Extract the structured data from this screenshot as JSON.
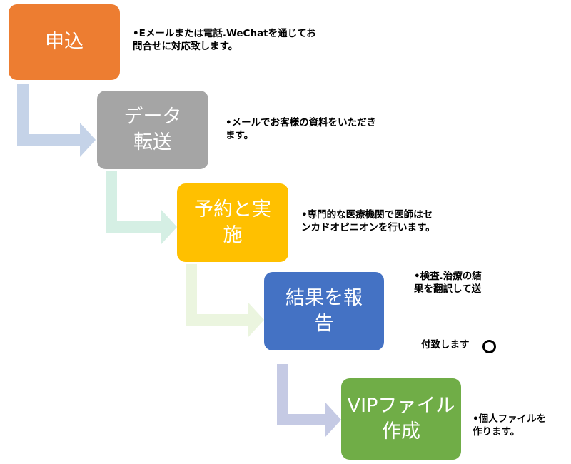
{
  "steps": [
    {
      "label": "申込",
      "color": "#ED7D31",
      "note": "•Eメールまたは電話.WeChatを通じてお\n 問合せに対応致します。"
    },
    {
      "label": "データ\n転送",
      "color": "#A5A5A5",
      "note": "•メールでお客様の資料をいただき\n ます。"
    },
    {
      "label": "予約と実\n施",
      "color": "#FFC000",
      "note": "•専門的な医療機関で医師はセ\n ンカドオピニオンを行います。"
    },
    {
      "label": "結果を報\n告",
      "color": "#4472C4",
      "note": "•検査.治療の結\n 果を翻訳して送",
      "note2": "付致します"
    },
    {
      "label": "VIPファイル\n作成",
      "color": "#70AD47",
      "note": "•個人ファイルを\n 作ります。"
    }
  ],
  "connector_colors": [
    "#C5D3E8",
    "#D5EFE4",
    "#EBF5DF",
    "#C5CAE4"
  ]
}
